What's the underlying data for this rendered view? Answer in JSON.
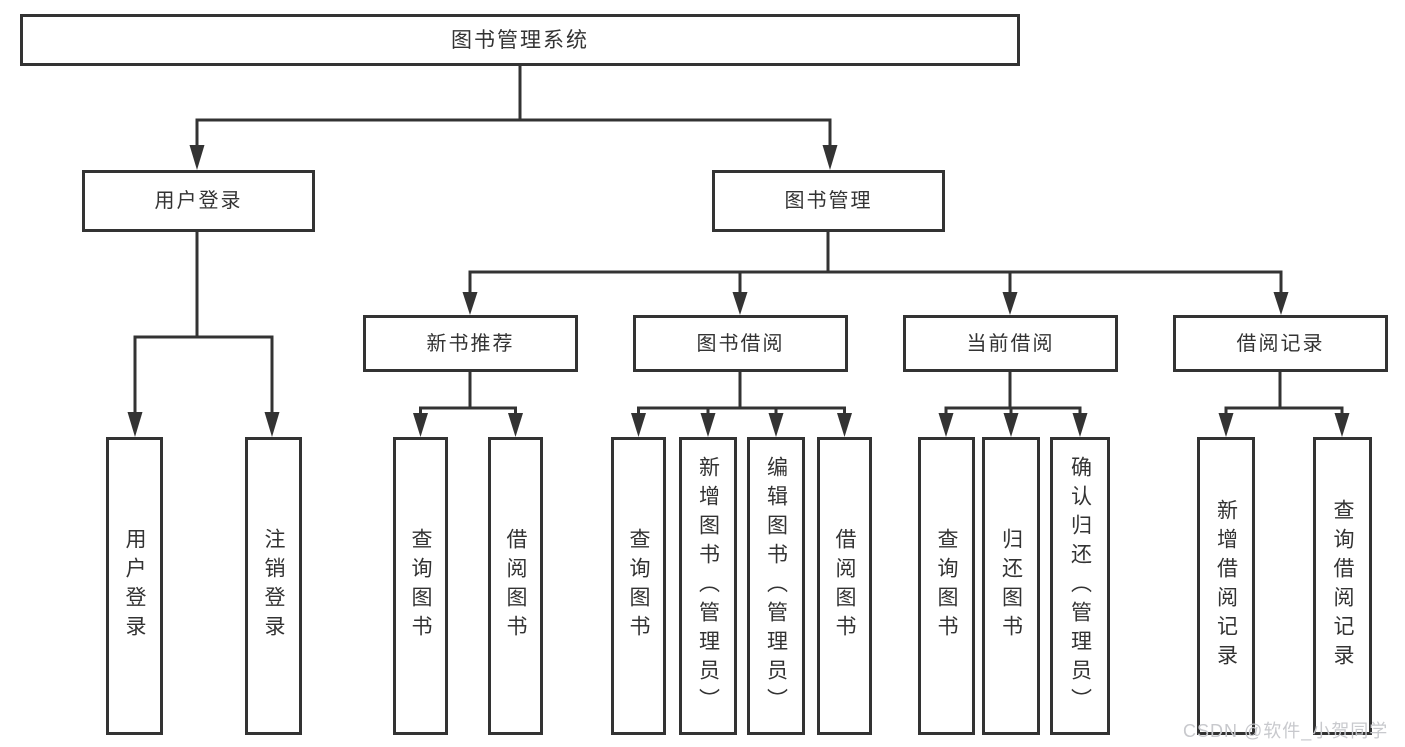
{
  "tree": {
    "root": "图书管理系统",
    "login": {
      "label": "用户登录",
      "children": [
        "用户登录",
        "注销登录"
      ]
    },
    "manage": {
      "label": "图书管理",
      "groups": [
        {
          "label": "新书推荐",
          "children": [
            "查询图书",
            "借阅图书"
          ]
        },
        {
          "label": "图书借阅",
          "children": [
            "查询图书",
            "新增图书（管理员）",
            "编辑图书（管理员）",
            "借阅图书"
          ]
        },
        {
          "label": "当前借阅",
          "children": [
            "查询图书",
            "归还图书",
            "确认归还（管理员）"
          ]
        },
        {
          "label": "借阅记录",
          "children": [
            "新增借阅记录",
            "查询借阅记录"
          ]
        }
      ]
    }
  },
  "watermark": "CSDN @软件_小贺同学",
  "colors": {
    "line": "#333333",
    "text": "#333333",
    "watermark": "#c8c9cd",
    "background": "#ffffff"
  }
}
